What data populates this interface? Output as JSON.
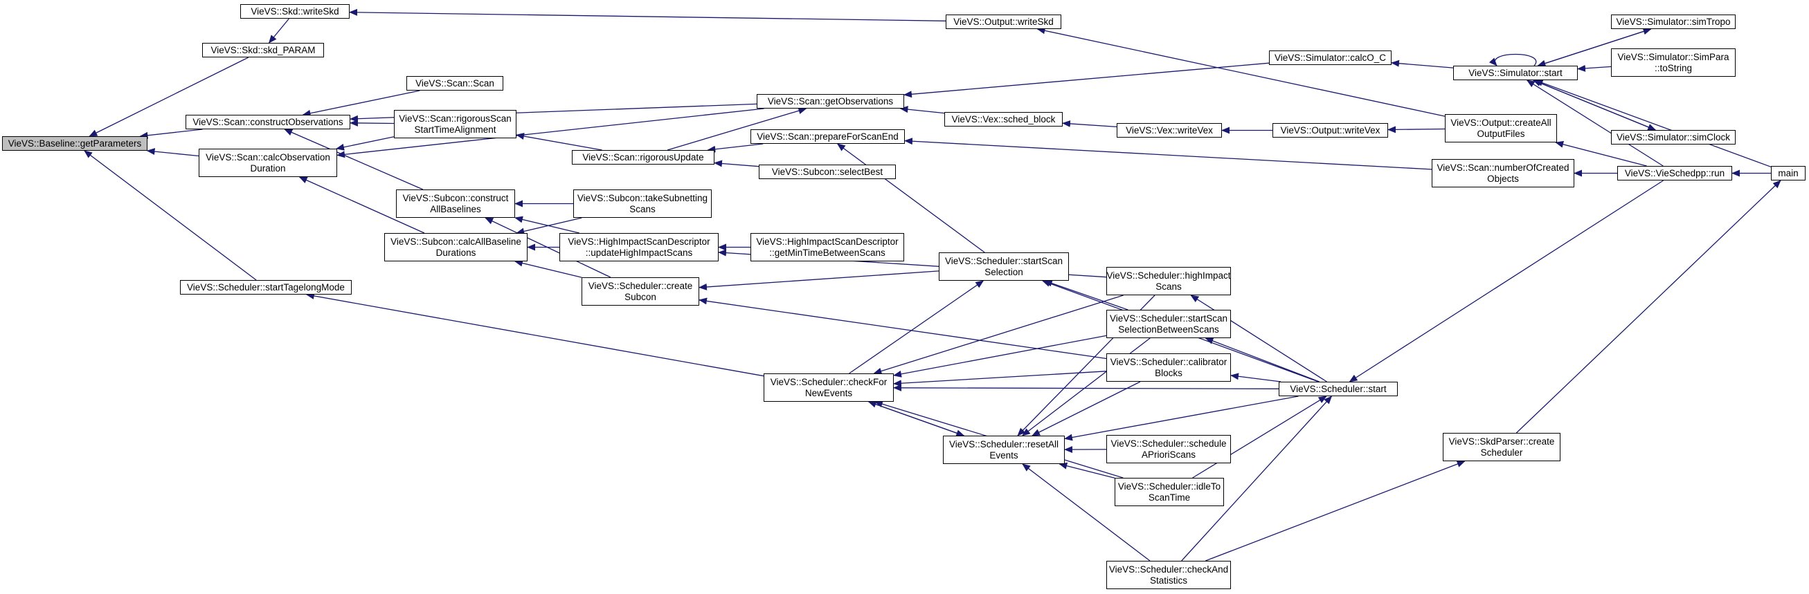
{
  "colors": {
    "edge": "#191970",
    "node_border": "#000000",
    "root_fill": "#bfbfbf",
    "node_fill": "#ffffff"
  },
  "nodes": {
    "getParameters": {
      "line1": "VieVS::Baseline::getParameters",
      "line2": ""
    },
    "writeSkd": {
      "line1": "VieVS::Skd::writeSkd",
      "line2": ""
    },
    "skdParam": {
      "line1": "VieVS::Skd::skd_PARAM",
      "line2": ""
    },
    "constructObservations": {
      "line1": "VieVS::Scan::constructObservations",
      "line2": ""
    },
    "calcObservationDuration": {
      "line1": "VieVS::Scan::calcObservation",
      "line2": "Duration"
    },
    "startTagelongMode": {
      "line1": "VieVS::Scheduler::startTagelongMode",
      "line2": ""
    },
    "scanScan": {
      "line1": "VieVS::Scan::Scan",
      "line2": ""
    },
    "rigorousScanStart": {
      "line1": "VieVS::Scan::rigorousScan",
      "line2": "StartTimeAlignment"
    },
    "constructAllBaselines": {
      "line1": "VieVS::Subcon::construct",
      "line2": "AllBaselines"
    },
    "calcAllBaselineDurations": {
      "line1": "VieVS::Subcon::calcAllBaseline",
      "line2": "Durations"
    },
    "getObservations": {
      "line1": "VieVS::Scan::getObservations",
      "line2": ""
    },
    "prepareForScanEnd": {
      "line1": "VieVS::Scan::prepareForScanEnd",
      "line2": ""
    },
    "rigorousUpdate": {
      "line1": "VieVS::Scan::rigorousUpdate",
      "line2": ""
    },
    "selectBest": {
      "line1": "VieVS::Subcon::selectBest",
      "line2": ""
    },
    "takeSubnettingScans": {
      "line1": "VieVS::Subcon::takeSubnetting",
      "line2": "Scans"
    },
    "updateHighImpactScans": {
      "line1": "VieVS::HighImpactScanDescriptor",
      "line2": "::updateHighImpactScans"
    },
    "getMinTimeBetweenScans": {
      "line1": "VieVS::HighImpactScanDescriptor",
      "line2": "::getMinTimeBetweenScans"
    },
    "createSubcon": {
      "line1": "VieVS::Scheduler::create",
      "line2": "Subcon"
    },
    "startScanSelection": {
      "line1": "VieVS::Scheduler::startScan",
      "line2": "Selection"
    },
    "checkForNewEvents": {
      "line1": "VieVS::Scheduler::checkFor",
      "line2": "NewEvents"
    },
    "resetAllEvents": {
      "line1": "VieVS::Scheduler::resetAll",
      "line2": "Events"
    },
    "outputWriteSkd": {
      "line1": "VieVS::Output::writeSkd",
      "line2": ""
    },
    "vexSchedBlock": {
      "line1": "VieVS::Vex::sched_block",
      "line2": ""
    },
    "vexWriteVex": {
      "line1": "VieVS::Vex::writeVex",
      "line2": ""
    },
    "outputWriteVex": {
      "line1": "VieVS::Output::writeVex",
      "line2": ""
    },
    "simCalcOC": {
      "line1": "VieVS::Simulator::calcO_C",
      "line2": ""
    },
    "simStart": {
      "line1": "VieVS::Simulator::start",
      "line2": ""
    },
    "simTropo": {
      "line1": "VieVS::Simulator::simTropo",
      "line2": ""
    },
    "simParaToString": {
      "line1": "VieVS::Simulator::SimPara",
      "line2": "::toString"
    },
    "simClock": {
      "line1": "VieVS::Simulator::simClock",
      "line2": ""
    },
    "createAllOutputFiles": {
      "line1": "VieVS::Output::createAll",
      "line2": "OutputFiles"
    },
    "numberOfCreatedObjects": {
      "line1": "VieVS::Scan::numberOfCreated",
      "line2": "Objects"
    },
    "vieSchedppRun": {
      "line1": "VieVS::VieSchedpp::run",
      "line2": ""
    },
    "main": {
      "line1": "main",
      "line2": ""
    },
    "highImpactScans": {
      "line1": "VieVS::Scheduler::highImpact",
      "line2": "Scans"
    },
    "startScanSelectionBetween": {
      "line1": "VieVS::Scheduler::startScan",
      "line2": "SelectionBetweenScans"
    },
    "calibratorBlocks": {
      "line1": "VieVS::Scheduler::calibrator",
      "line2": "Blocks"
    },
    "schedulerStart": {
      "line1": "VieVS::Scheduler::start",
      "line2": ""
    },
    "scheduleAPrioriScans": {
      "line1": "VieVS::Scheduler::schedule",
      "line2": "APrioriScans"
    },
    "idleToScanTime": {
      "line1": "VieVS::Scheduler::idleTo",
      "line2": "ScanTime"
    },
    "checkAndStatistics": {
      "line1": "VieVS::Scheduler::checkAnd",
      "line2": "Statistics"
    },
    "skdParserCreateScheduler": {
      "line1": "VieVS::SkdParser::create",
      "line2": "Scheduler"
    }
  },
  "edges": [
    [
      "skdParam",
      "getParameters"
    ],
    [
      "constructObservations",
      "getParameters"
    ],
    [
      "calcObservationDuration",
      "getParameters"
    ],
    [
      "startTagelongMode",
      "getParameters"
    ],
    [
      "writeSkd",
      "skdParam"
    ],
    [
      "outputWriteSkd",
      "writeSkd"
    ],
    [
      "getObservations",
      "constructObservations"
    ],
    [
      "scanScan",
      "constructObservations"
    ],
    [
      "rigorousScanStart",
      "constructObservations"
    ],
    [
      "constructAllBaselines",
      "constructObservations"
    ],
    [
      "rigorousScanStart",
      "calcObservationDuration"
    ],
    [
      "getObservations",
      "calcObservationDuration"
    ],
    [
      "calcAllBaselineDurations",
      "calcObservationDuration"
    ],
    [
      "checkForNewEvents",
      "startTagelongMode"
    ],
    [
      "rigorousUpdate",
      "rigorousScanStart"
    ],
    [
      "takeSubnettingScans",
      "constructAllBaselines"
    ],
    [
      "updateHighImpactScans",
      "constructAllBaselines"
    ],
    [
      "createSubcon",
      "constructAllBaselines"
    ],
    [
      "takeSubnettingScans",
      "calcAllBaselineDurations"
    ],
    [
      "updateHighImpactScans",
      "calcAllBaselineDurations"
    ],
    [
      "createSubcon",
      "calcAllBaselineDurations"
    ],
    [
      "simCalcOC",
      "getObservations"
    ],
    [
      "vexSchedBlock",
      "getObservations"
    ],
    [
      "rigorousUpdate",
      "getObservations"
    ],
    [
      "prepareForScanEnd",
      "rigorousUpdate"
    ],
    [
      "selectBest",
      "rigorousUpdate"
    ],
    [
      "numberOfCreatedObjects",
      "prepareForScanEnd"
    ],
    [
      "startScanSelection",
      "prepareForScanEnd"
    ],
    [
      "getMinTimeBetweenScans",
      "updateHighImpactScans"
    ],
    [
      "highImpactScans",
      "updateHighImpactScans"
    ],
    [
      "startScanSelection",
      "createSubcon"
    ],
    [
      "calibratorBlocks",
      "createSubcon"
    ],
    [
      "startScanSelectionBetween",
      "startScanSelection"
    ],
    [
      "checkForNewEvents",
      "startScanSelection"
    ],
    [
      "schedulerStart",
      "startScanSelection"
    ],
    [
      "highImpactScans",
      "checkForNewEvents"
    ],
    [
      "startScanSelectionBetween",
      "checkForNewEvents"
    ],
    [
      "calibratorBlocks",
      "checkForNewEvents"
    ],
    [
      "resetAllEvents",
      "checkForNewEvents"
    ],
    [
      "idleToScanTime",
      "checkForNewEvents"
    ],
    [
      "schedulerStart",
      "checkForNewEvents"
    ],
    [
      "highImpactScans",
      "resetAllEvents"
    ],
    [
      "startScanSelectionBetween",
      "resetAllEvents"
    ],
    [
      "calibratorBlocks",
      "resetAllEvents"
    ],
    [
      "scheduleAPrioriScans",
      "resetAllEvents"
    ],
    [
      "idleToScanTime",
      "resetAllEvents"
    ],
    [
      "checkAndStatistics",
      "resetAllEvents"
    ],
    [
      "schedulerStart",
      "resetAllEvents"
    ],
    [
      "checkForNewEvents",
      "resetAllEvents"
    ],
    [
      "createAllOutputFiles",
      "outputWriteSkd"
    ],
    [
      "vexWriteVex",
      "vexSchedBlock"
    ],
    [
      "outputWriteVex",
      "vexWriteVex"
    ],
    [
      "createAllOutputFiles",
      "outputWriteVex"
    ],
    [
      "simStart",
      "simCalcOC"
    ],
    [
      "simStart",
      "simStart"
    ],
    [
      "simTropo",
      "simStart"
    ],
    [
      "simParaToString",
      "simStart"
    ],
    [
      "simClock",
      "simStart"
    ],
    [
      "vieSchedppRun",
      "simStart"
    ],
    [
      "main",
      "simStart"
    ],
    [
      "simStart",
      "simTropo"
    ],
    [
      "simStart",
      "simClock"
    ],
    [
      "vieSchedppRun",
      "createAllOutputFiles"
    ],
    [
      "vieSchedppRun",
      "numberOfCreatedObjects"
    ],
    [
      "main",
      "vieSchedppRun"
    ],
    [
      "schedulerStart",
      "highImpactScans"
    ],
    [
      "schedulerStart",
      "startScanSelectionBetween"
    ],
    [
      "schedulerStart",
      "calibratorBlocks"
    ],
    [
      "vieSchedppRun",
      "schedulerStart"
    ],
    [
      "skdParserCreateScheduler",
      "main"
    ],
    [
      "checkAndStatistics",
      "schedulerStart"
    ],
    [
      "idleToScanTime",
      "schedulerStart"
    ],
    [
      "checkAndStatistics",
      "skdParserCreateScheduler"
    ]
  ]
}
